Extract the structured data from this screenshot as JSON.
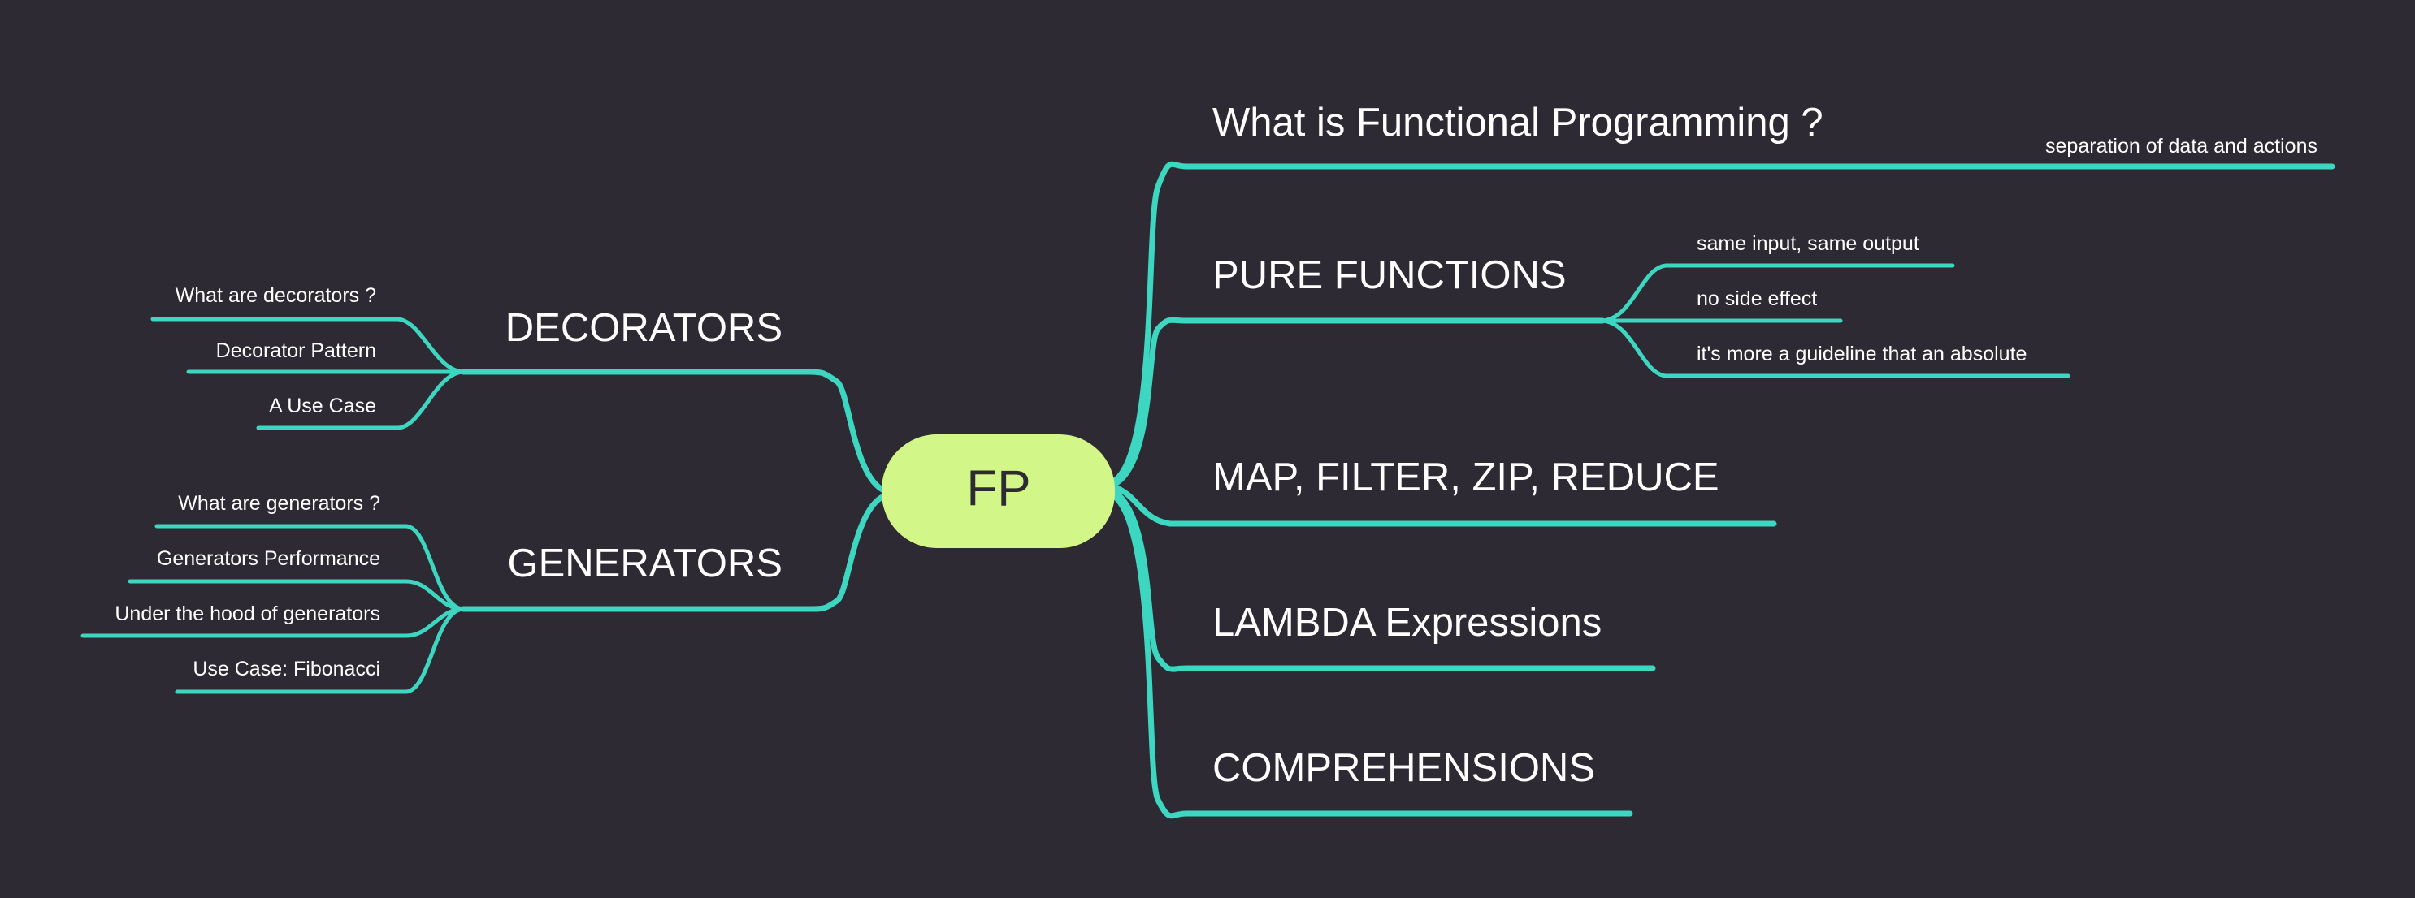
{
  "mindmap": {
    "root": {
      "label": "FP",
      "fill_color": "#d3f689",
      "text_color": "#2e2a33"
    },
    "branch_color": "#3dd6c1",
    "background_color": "#2e2a33",
    "text_color": "#ffffff",
    "right_topics": [
      {
        "label": "What is Functional Programming ?",
        "children": [
          "separation of data and actions"
        ]
      },
      {
        "label": "PURE FUNCTIONS",
        "children": [
          "same input, same output",
          "no side effect",
          "it's more a guideline that an absolute"
        ]
      },
      {
        "label": "MAP, FILTER, ZIP, REDUCE",
        "children": []
      },
      {
        "label": "LAMBDA Expressions",
        "children": []
      },
      {
        "label": "COMPREHENSIONS",
        "children": []
      }
    ],
    "left_topics": [
      {
        "label": "DECORATORS",
        "children": [
          "What are decorators ?",
          "Decorator Pattern",
          "A Use Case"
        ]
      },
      {
        "label": "GENERATORS",
        "children": [
          "What are generators ?",
          "Generators Performance",
          "Under the hood of generators",
          "Use Case: Fibonacci"
        ]
      }
    ]
  }
}
